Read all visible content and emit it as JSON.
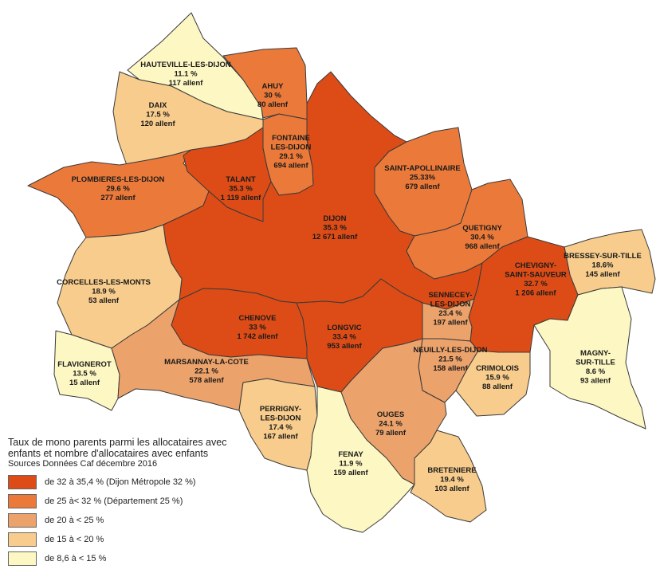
{
  "colors": {
    "c1": "#dd4c16",
    "c2": "#eb7a3a",
    "c3": "#eca26b",
    "c4": "#f7cc8c",
    "c5": "#fdf7c3"
  },
  "legend": {
    "title_line1": "Taux de mono parents parmi les allocataires avec",
    "title_line2": "enfants et nombre d'allocataires avec enfants",
    "source": "Sources Données Caf décembre 2016",
    "items": [
      {
        "label": "de 32 à 35,4 % (Dijon Métropole 32 %)",
        "color": "c1"
      },
      {
        "label": "de 25 à<  32 % (Département 25 %)",
        "color": "c2"
      },
      {
        "label": "de 20 à < 25 %",
        "color": "c3"
      },
      {
        "label": "de 15 à < 20 %",
        "color": "c4"
      },
      {
        "label": "de 8,6 à < 15 %",
        "color": "c5"
      }
    ]
  },
  "communes": [
    {
      "id": "hauteville",
      "lines": [
        "HAUTEVILLE-LES-DIJON",
        "11.1 %",
        "117 allenf"
      ],
      "color": "c5"
    },
    {
      "id": "ahuy",
      "lines": [
        "AHUY",
        "30 %",
        "80 allenf"
      ],
      "color": "c2"
    },
    {
      "id": "daix",
      "lines": [
        "DAIX",
        "17.5 %",
        "120 allenf"
      ],
      "color": "c4"
    },
    {
      "id": "fontaine",
      "lines": [
        "FONTAINE",
        "LES-DIJON",
        "29.1  %",
        "694 allenf"
      ],
      "color": "c2"
    },
    {
      "id": "plombieres",
      "lines": [
        "PLOMBIERES-LES-DIJON",
        "29.6  %",
        "277 allenf"
      ],
      "color": "c2"
    },
    {
      "id": "talant",
      "lines": [
        "TALANT",
        "35.3 %",
        "1 119 allenf"
      ],
      "color": "c1"
    },
    {
      "id": "saint-apollinaire",
      "lines": [
        "SAINT-APOLLINAIRE",
        "25.33%",
        "679 allenf"
      ],
      "color": "c2"
    },
    {
      "id": "dijon",
      "lines": [
        "DIJON",
        "35.3 %",
        "12 671 allenf"
      ],
      "color": "c1"
    },
    {
      "id": "quetigny",
      "lines": [
        "QUETIGNY",
        "30.4 %",
        "968 allenf"
      ],
      "color": "c2"
    },
    {
      "id": "bressey",
      "lines": [
        "BRESSEY-SUR-TILLE",
        "18.6%",
        "145 allenf"
      ],
      "color": "c4"
    },
    {
      "id": "corcelles",
      "lines": [
        "CORCELLES-LES-MONTS",
        "18.9 %",
        "53 allenf"
      ],
      "color": "c4"
    },
    {
      "id": "chevigny",
      "lines": [
        "CHEVIGNY-",
        "SAINT-SAUVEUR",
        "32.7 %",
        "1 206 allenf"
      ],
      "color": "c1"
    },
    {
      "id": "sennecey",
      "lines": [
        "SENNECEY-",
        "LES-DIJON",
        "23.4 %",
        "197 allenf"
      ],
      "color": "c3"
    },
    {
      "id": "chenove",
      "lines": [
        "CHENOVE",
        "33 %",
        "1 742 allenf"
      ],
      "color": "c1"
    },
    {
      "id": "longvic",
      "lines": [
        "LONGVIC",
        "33.4 %",
        "953 allenf"
      ],
      "color": "c1"
    },
    {
      "id": "neuilly",
      "lines": [
        "NEUILLY-LES-DIJON",
        "21.5 %",
        "158 allenf"
      ],
      "color": "c3"
    },
    {
      "id": "magny",
      "lines": [
        "MAGNY-",
        "SUR-TILLE",
        "8.6  %",
        "93 allenf"
      ],
      "color": "c5"
    },
    {
      "id": "flavignerot",
      "lines": [
        "FLAVIGNEROT",
        "13.5 %",
        "15 allenf"
      ],
      "color": "c5"
    },
    {
      "id": "marsannay",
      "lines": [
        "MARSANNAY-LA-COTE",
        "22.1  %",
        "578 allenf"
      ],
      "color": "c3"
    },
    {
      "id": "crimolois",
      "lines": [
        "CRIMOLOIS",
        "15.9  %",
        "88 allenf"
      ],
      "color": "c4"
    },
    {
      "id": "perrigny",
      "lines": [
        "PERRIGNY-",
        "LES-DIJON",
        "17.4 %",
        "167 allenf"
      ],
      "color": "c4"
    },
    {
      "id": "ouges",
      "lines": [
        "OUGES",
        "24.1 %",
        "79 allenf"
      ],
      "color": "c3"
    },
    {
      "id": "fenay",
      "lines": [
        "FENAY",
        "11.9  %",
        "159 allenf"
      ],
      "color": "c5"
    },
    {
      "id": "breteniere",
      "lines": [
        "BRETENIERE",
        "19.4 %",
        "103 allenf"
      ],
      "color": "c4"
    }
  ]
}
